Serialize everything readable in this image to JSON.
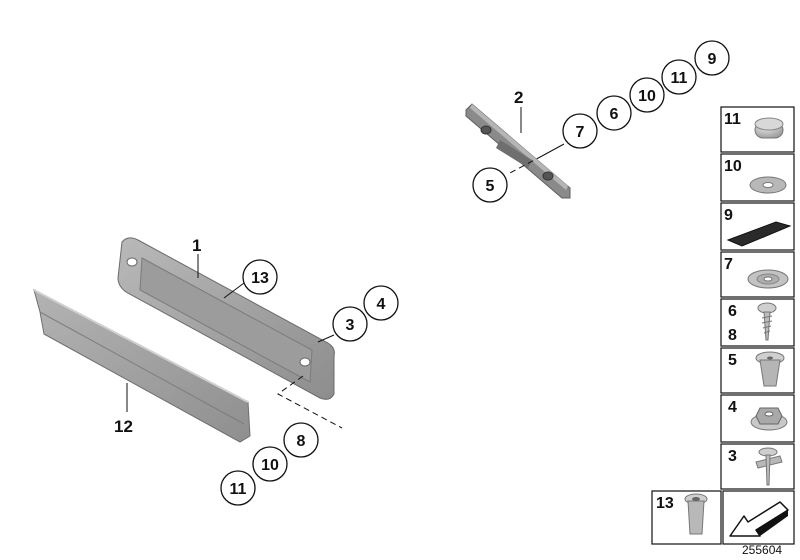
{
  "diagram": {
    "reference_number": "255604",
    "part_labels": {
      "l1": "1",
      "l2": "2",
      "l12": "12"
    },
    "callouts": {
      "c13": "13",
      "c3": "3",
      "c4": "4",
      "c8": "8",
      "c10a": "10",
      "c11a": "11",
      "c5": "5",
      "c7": "7",
      "c6": "6",
      "c10b": "10",
      "c11b": "11",
      "c9": "9"
    },
    "legend": [
      {
        "key": "11",
        "label": "11",
        "icon": "cap-icon"
      },
      {
        "key": "10",
        "label": "10",
        "icon": "washer-icon"
      },
      {
        "key": "9",
        "label": "9",
        "icon": "foam-pad-icon"
      },
      {
        "key": "7",
        "label": "7",
        "icon": "flat-washer-icon"
      },
      {
        "key": "6",
        "label": "6",
        "label2": "8",
        "icon": "self-tapping-screw-icon"
      },
      {
        "key": "5",
        "label": "5",
        "icon": "expanding-nut-icon"
      },
      {
        "key": "4",
        "label": "4",
        "icon": "hex-nut-icon"
      },
      {
        "key": "3",
        "label": "3",
        "icon": "clip-screw-icon"
      },
      {
        "key": "13",
        "label": "13",
        "icon": "rivet-nut-icon"
      }
    ]
  }
}
